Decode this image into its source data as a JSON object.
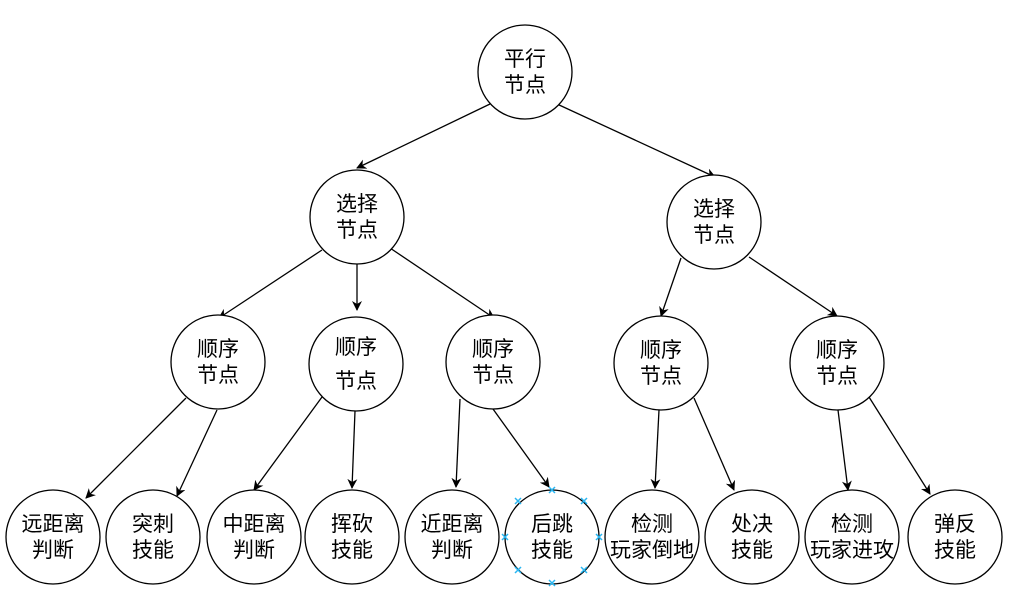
{
  "diagram": {
    "root": {
      "line1": "平行",
      "line2": "节点"
    },
    "selector_left": {
      "line1": "选择",
      "line2": "节点"
    },
    "selector_right": {
      "line1": "选择",
      "line2": "节点"
    },
    "seq1": {
      "line1": "顺序",
      "line2": "节点"
    },
    "seq2": {
      "line1": "顺序",
      "line2": "节点"
    },
    "seq3": {
      "line1": "顺序",
      "line2": "节点"
    },
    "seq4": {
      "line1": "顺序",
      "line2": "节点"
    },
    "seq5": {
      "line1": "顺序",
      "line2": "节点"
    },
    "leaf1": {
      "line1": "远距离",
      "line2": "判断"
    },
    "leaf2": {
      "line1": "突刺",
      "line2": "技能"
    },
    "leaf3": {
      "line1": "中距离",
      "line2": "判断"
    },
    "leaf4": {
      "line1": "挥砍",
      "line2": "技能"
    },
    "leaf5": {
      "line1": "近距离",
      "line2": "判断"
    },
    "leaf6": {
      "line1": "后跳",
      "line2": "技能"
    },
    "leaf7": {
      "line1": "检测",
      "line2": "玩家倒地"
    },
    "leaf8": {
      "line1": "处决",
      "line2": "技能"
    },
    "leaf9": {
      "line1": "检测",
      "line2": "玩家进攻"
    },
    "leaf10": {
      "line1": "弹反",
      "line2": "技能"
    }
  },
  "colors": {
    "stroke": "#000000",
    "selection_handle": "#29b6f2"
  }
}
